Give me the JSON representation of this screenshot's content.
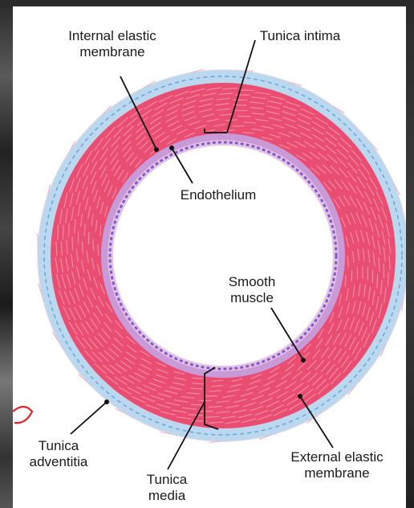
{
  "labels": {
    "internal_elastic_1": "Internal elastic",
    "internal_elastic_2": "membrane",
    "tunica_intima": "Tunica intima",
    "endothelium": "Endothelium",
    "smooth_muscle_1": "Smooth",
    "smooth_muscle_2": "muscle",
    "tunica_adventitia_1": "Tunica",
    "tunica_adventitia_2": "adventitia",
    "tunica_media_1": "Tunica",
    "tunica_media_2": "media",
    "external_elastic_1": "External elastic",
    "external_elastic_2": "membrane"
  },
  "colors": {
    "adventitia": "#fde4ea",
    "adventitia_fibers": "#f3a9bb",
    "external_elastic": "#bcd8ee",
    "media": "#ea4d72",
    "media_fibers": "#f58aa3",
    "intima": "#e6c3e3",
    "endothelium": "#7a5bd0",
    "lumen": "#ffffff"
  }
}
